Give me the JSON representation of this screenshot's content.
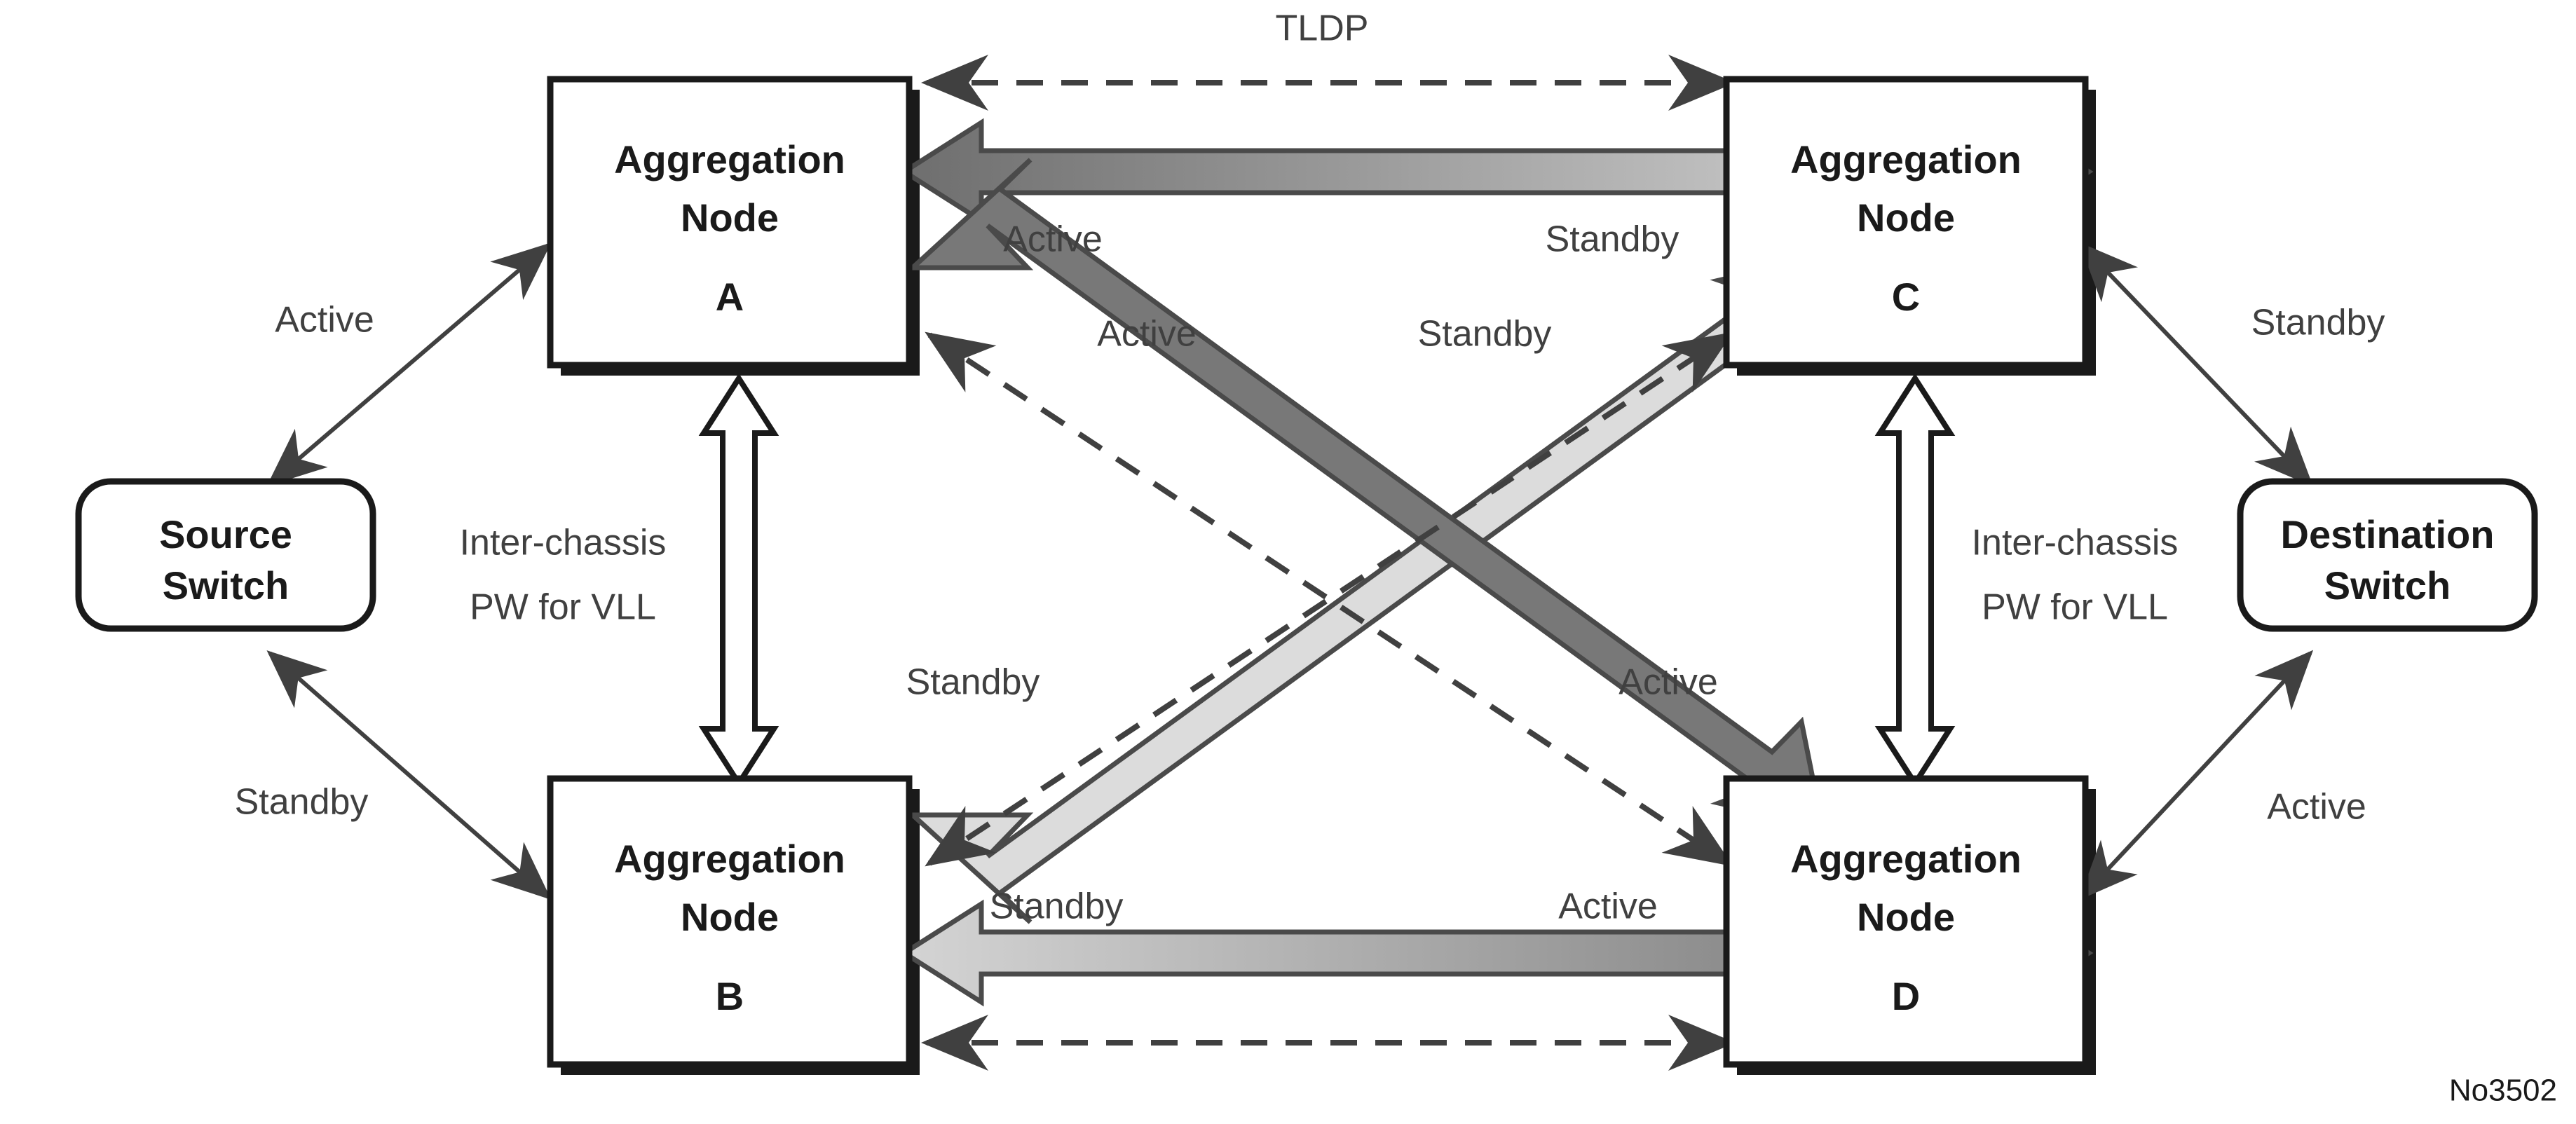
{
  "figure": {
    "caption_id": "No3502",
    "colors": {
      "node_border": "#1a1a1a",
      "label_text": "#404040",
      "arrow_dark": "#707070",
      "arrow_light": "#d9d9d9",
      "arrow_outline": "#4a4a4a",
      "background": "#ffffff"
    }
  },
  "nodes": {
    "agg_a": {
      "line1": "Aggregation",
      "line2": "Node",
      "line3": "A"
    },
    "agg_b": {
      "line1": "Aggregation",
      "line2": "Node",
      "line3": "B"
    },
    "agg_c": {
      "line1": "Aggregation",
      "line2": "Node",
      "line3": "C"
    },
    "agg_d": {
      "line1": "Aggregation",
      "line2": "Node",
      "line3": "D"
    },
    "source_switch": {
      "line1": "Source",
      "line2": "Switch"
    },
    "destination_switch": {
      "line1": "Destination",
      "line2": "Switch"
    }
  },
  "labels": {
    "tldp": "TLDP",
    "src_to_a": "Active",
    "src_to_b": "Standby",
    "c_to_dst": "Standby",
    "d_to_dst": "Active",
    "pw_left_l1": "Inter-chassis",
    "pw_left_l2": "PW for VLL",
    "pw_right_l1": "Inter-chassis",
    "pw_right_l2": "PW for VLL",
    "top_left": "Active",
    "top_right": "Standby",
    "diag_ad_upper": "Active",
    "diag_bc_upper": "Standby",
    "diag_bc_lower": "Standby",
    "diag_ad_lower": "Active",
    "bottom_left": "Standby",
    "bottom_right": "Active"
  },
  "chart_data": {
    "type": "diagram",
    "title": "Dual-homed VLL redundancy with inter-chassis pseudowires",
    "nodes": [
      {
        "id": "SourceSwitch",
        "label": "Source Switch",
        "shape": "rounded-rect"
      },
      {
        "id": "A",
        "label": "Aggregation Node A",
        "shape": "rect"
      },
      {
        "id": "B",
        "label": "Aggregation Node B",
        "shape": "rect"
      },
      {
        "id": "C",
        "label": "Aggregation Node C",
        "shape": "rect"
      },
      {
        "id": "D",
        "label": "Aggregation Node D",
        "shape": "rect"
      },
      {
        "id": "DestinationSwitch",
        "label": "Destination Switch",
        "shape": "rounded-rect"
      }
    ],
    "edges": [
      {
        "from": "SourceSwitch",
        "to": "A",
        "label": "Active",
        "style": "thin-double-arrow"
      },
      {
        "from": "SourceSwitch",
        "to": "B",
        "label": "Standby",
        "style": "thin-double-arrow"
      },
      {
        "from": "C",
        "to": "DestinationSwitch",
        "label": "Standby",
        "style": "thin-double-arrow"
      },
      {
        "from": "D",
        "to": "DestinationSwitch",
        "label": "Active",
        "style": "thin-double-arrow"
      },
      {
        "from": "A",
        "to": "C",
        "label": "TLDP",
        "style": "dashed-double-arrow"
      },
      {
        "from": "B",
        "to": "D",
        "label": "TLDP",
        "style": "dashed-double-arrow"
      },
      {
        "from": "A",
        "to": "D",
        "label": "TLDP",
        "style": "dashed-double-arrow"
      },
      {
        "from": "B",
        "to": "C",
        "label": "TLDP",
        "style": "dashed-double-arrow"
      },
      {
        "from": "A",
        "to": "C",
        "labels": [
          "Active",
          "Standby"
        ],
        "style": "block-gradient-arrow-dark-to-light"
      },
      {
        "from": "B",
        "to": "D",
        "labels": [
          "Standby",
          "Active"
        ],
        "style": "block-gradient-arrow-light-to-dark"
      },
      {
        "from": "A",
        "to": "D",
        "labels": [
          "Active",
          "Active"
        ],
        "style": "block-arrow-dark"
      },
      {
        "from": "B",
        "to": "C",
        "labels": [
          "Standby",
          "Standby"
        ],
        "style": "block-arrow-light"
      },
      {
        "from": "A",
        "to": "B",
        "label": "Inter-chassis PW for VLL",
        "style": "hollow-double-arrow"
      },
      {
        "from": "C",
        "to": "D",
        "label": "Inter-chassis PW for VLL",
        "style": "hollow-double-arrow"
      }
    ]
  }
}
